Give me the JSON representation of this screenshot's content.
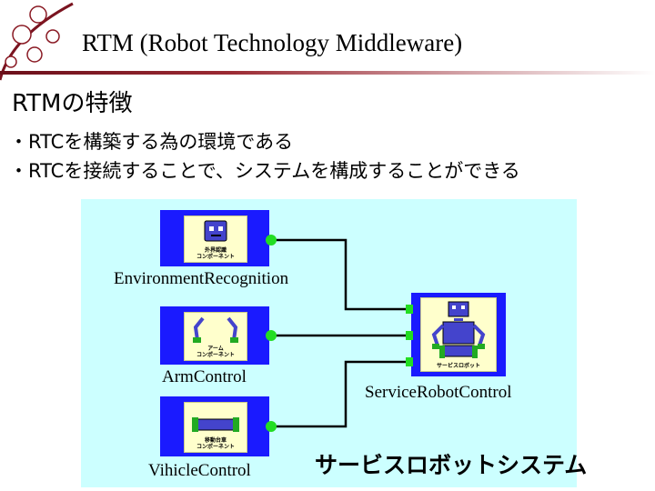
{
  "slide": {
    "title": "RTM (Robot Technology Middleware)",
    "heading": "RTMの特徴",
    "bullets": [
      "・RTCを構築する為の環境である",
      "・RTCを接続することで、システムを構成することができる"
    ]
  },
  "diagram": {
    "components": [
      {
        "label": "EnvironmentRecognition",
        "caption": "外界認識\nコンポーネント",
        "icon": "face-icon"
      },
      {
        "label": "ArmControl",
        "caption": "アーム\nコンポーネント",
        "icon": "arms-icon"
      },
      {
        "label": "VihicleControl",
        "caption": "移動台車\nコンポーネント",
        "icon": "vehicle-icon"
      }
    ],
    "target": {
      "label": "ServiceRobotControl",
      "caption": "サービスロボット",
      "icon": "robot-icon"
    },
    "system_label": "サービスロボットシステム",
    "colors": {
      "panel": "#ccffff",
      "component": "#1a1aff",
      "port": "#22dd22",
      "inner": "#ffffcc"
    }
  }
}
